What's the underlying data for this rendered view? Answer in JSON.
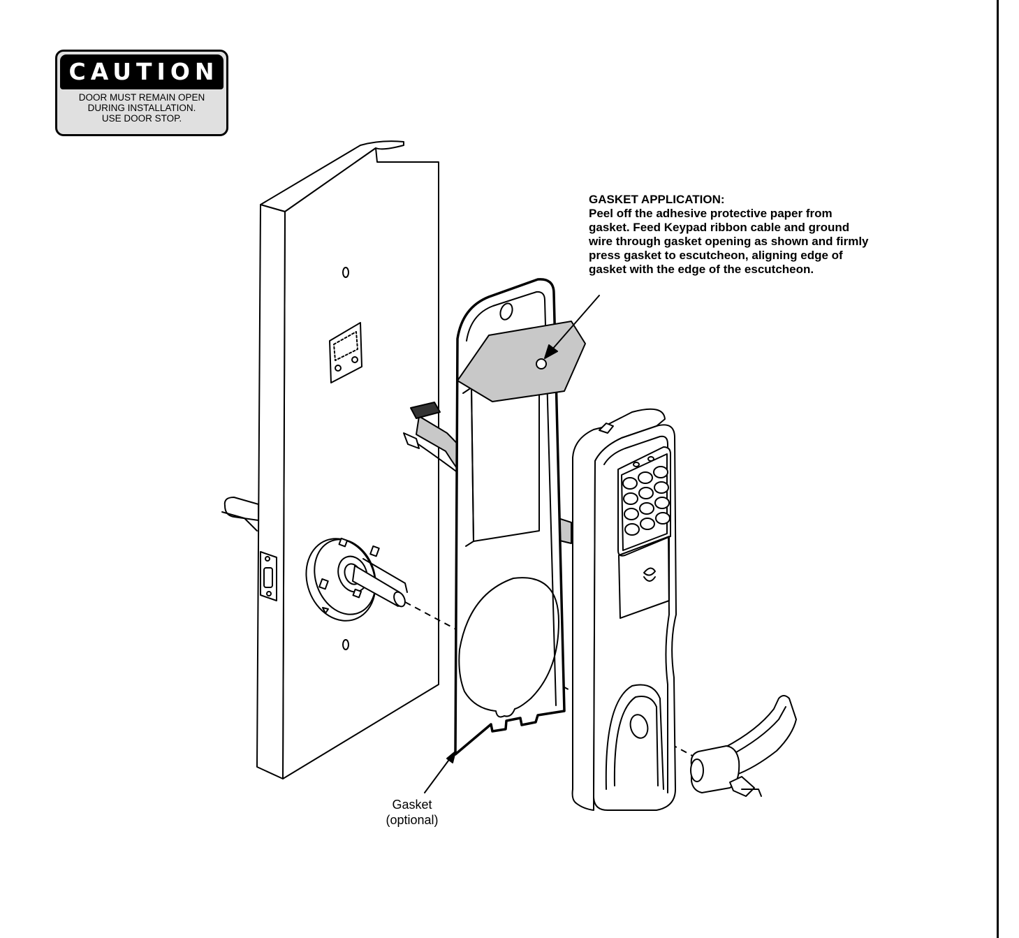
{
  "caution": {
    "title": "CAUTION",
    "lines": [
      "DOOR MUST REMAIN OPEN",
      "DURING INSTALLATION.",
      "USE DOOR STOP."
    ]
  },
  "gasket_application": {
    "heading": "GASKET APPLICATION:",
    "lines": [
      "Peel off the adhesive protective paper from",
      "gasket. Feed Keypad ribbon cable and ground",
      "wire through gasket opening as shown and firmly",
      "press gasket to escutcheon, aligning edge of",
      "gasket with the edge of the escutcheon."
    ]
  },
  "gasket_label": {
    "line1": "Gasket",
    "line2": "(optional)"
  },
  "colors": {
    "ink": "#000000",
    "fill_grey": "#c8c8c8",
    "sign_grey": "#e0e0e0"
  }
}
